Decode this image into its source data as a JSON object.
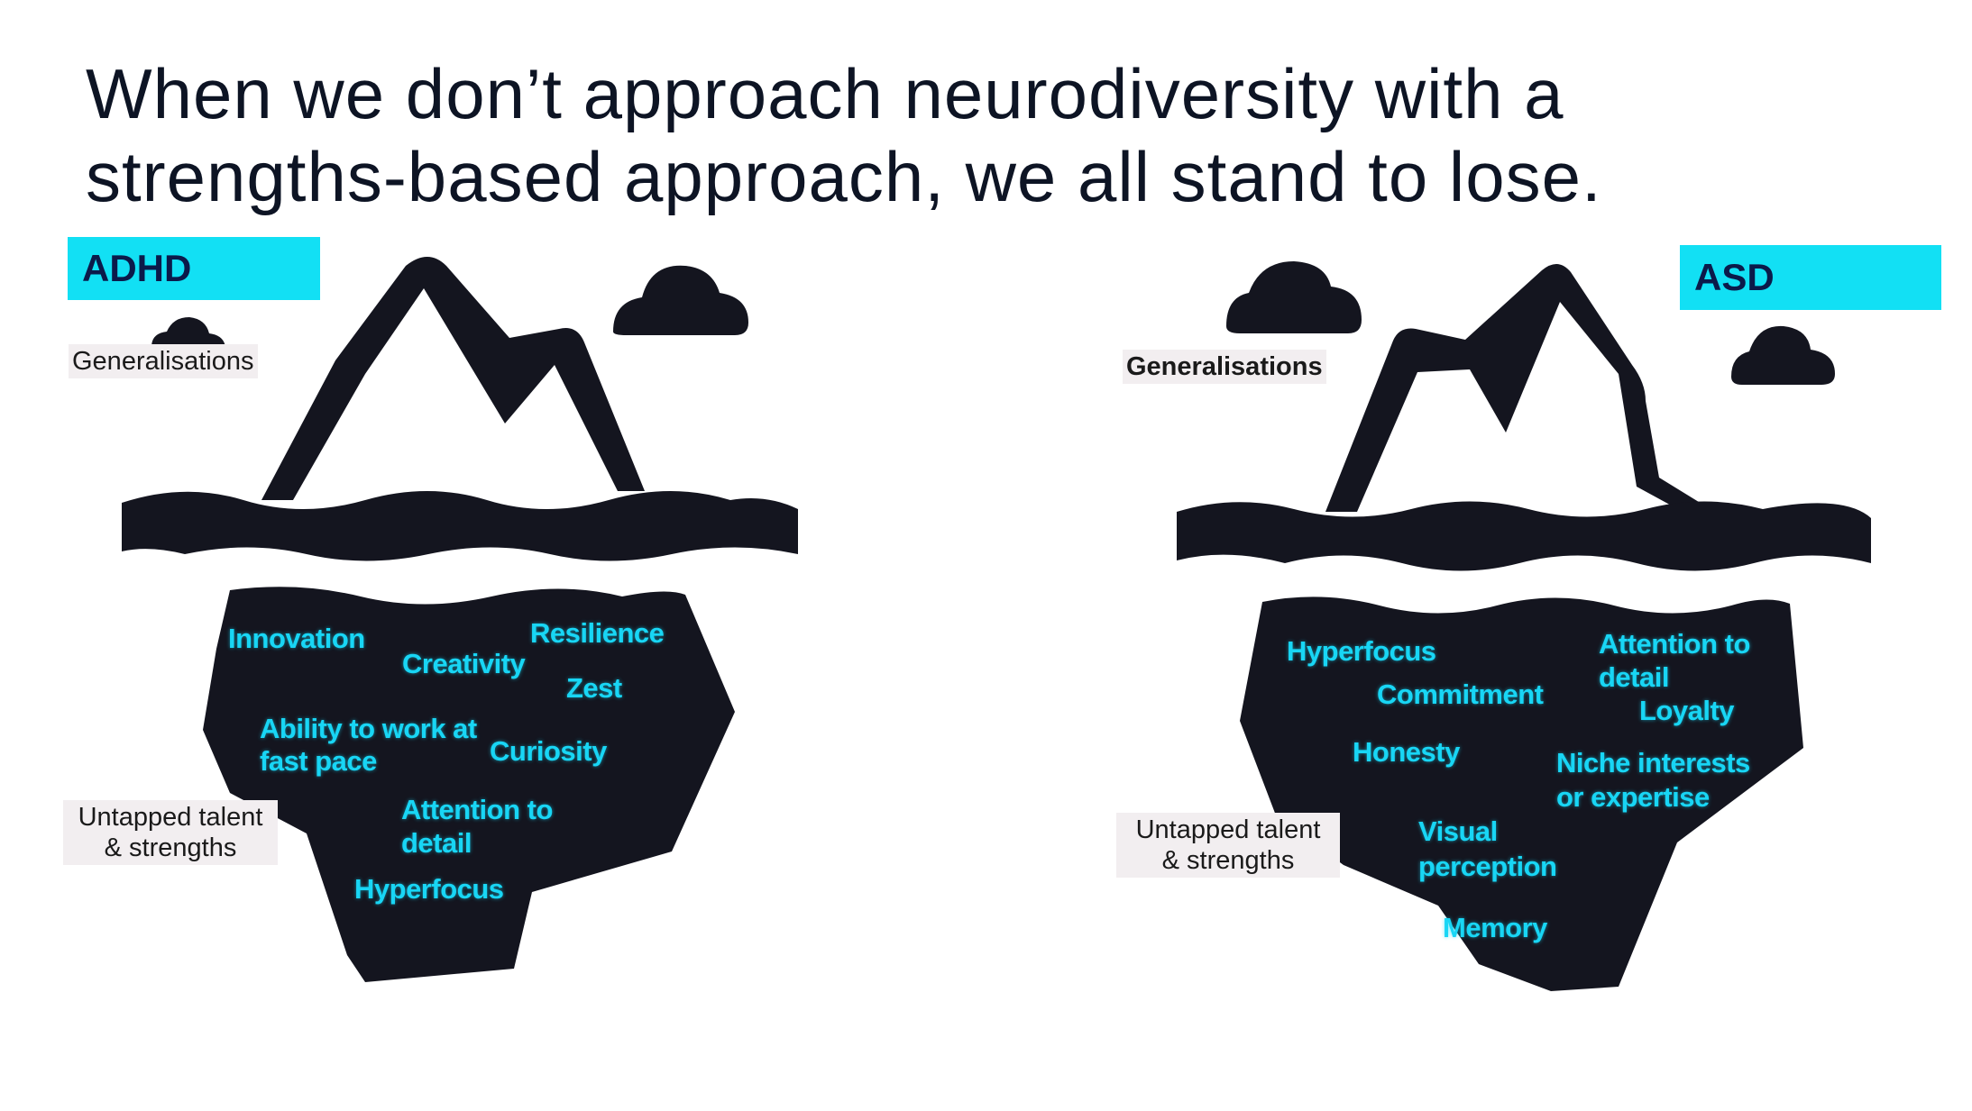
{
  "title": {
    "line1": "When we don’t approach neurodiversity with a",
    "line2": "strengths-based approach, we all stand to lose."
  },
  "colors": {
    "tag_bg": "#12e0f4",
    "tag_text": "#0b1a4a",
    "iceberg": "#14151f",
    "strength_text": "#18d6f5"
  },
  "panels": [
    {
      "tag": "ADHD",
      "above_label": "Generalisations",
      "below_label_line1": "Untapped talent",
      "below_label_line2": "& strengths",
      "strengths": [
        "Innovation",
        "Creativity",
        "Resilience",
        "Zest",
        "Ability to work at",
        "fast pace",
        "Curiosity",
        "Attention to",
        "detail",
        "Hyperfocus"
      ]
    },
    {
      "tag": "ASD",
      "above_label": "Generalisations",
      "below_label_line1": "Untapped talent",
      "below_label_line2": "& strengths",
      "strengths": [
        "Hyperfocus",
        "Commitment",
        "Attention to",
        "detail",
        "Loyalty",
        "Honesty",
        "Niche interests",
        "or expertise",
        "Visual",
        "perception",
        "Memory"
      ]
    }
  ]
}
